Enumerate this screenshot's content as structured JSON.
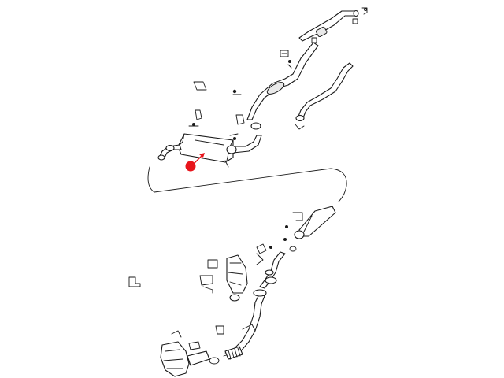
{
  "diagram": {
    "colors": {
      "line": "#1a1a1a",
      "background": "#ffffff",
      "highlight": "#e8141b"
    },
    "highlighted_part": "muffler",
    "parts": [
      "tailpipe",
      "rear-hanger-bracket",
      "resonator-pipe",
      "intermediate-pipe",
      "muffler",
      "muffler-clamp",
      "flex-pipe",
      "catalytic-converter",
      "downpipe",
      "exhaust-gasket",
      "heat-shield"
    ]
  }
}
